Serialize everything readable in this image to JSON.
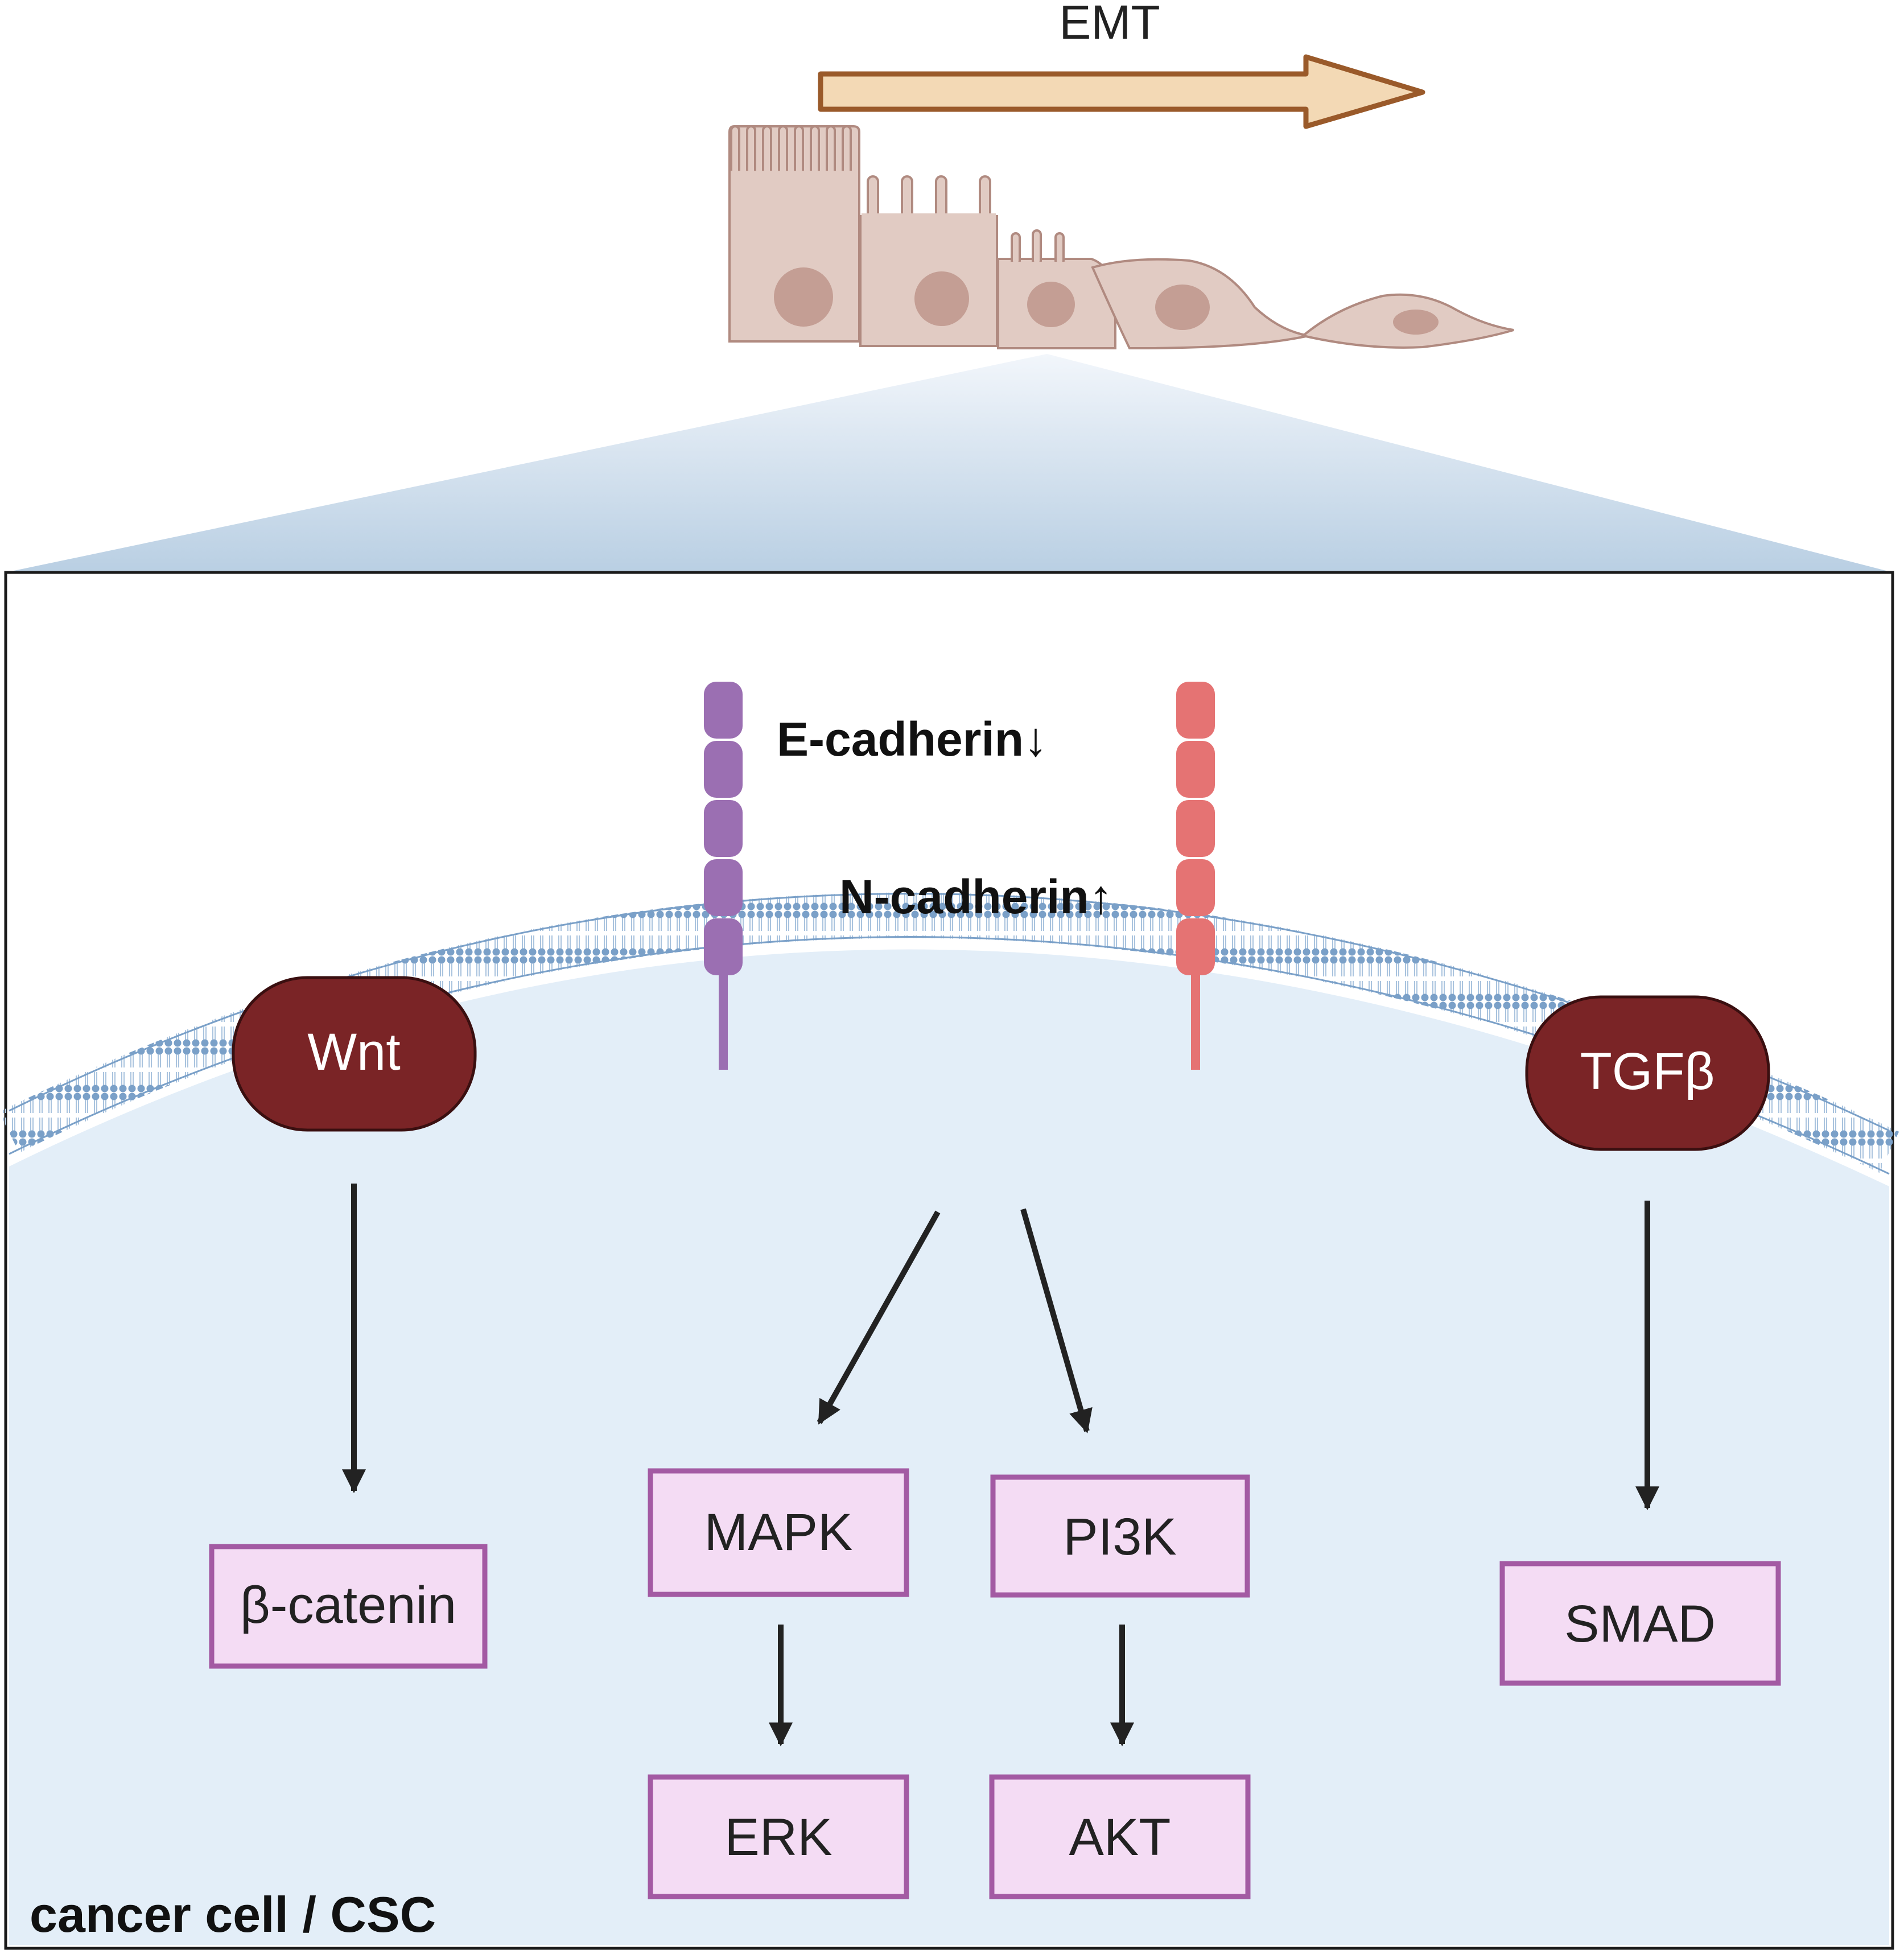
{
  "header": {
    "emt_label": "EMT"
  },
  "cell": {
    "footer_label": "cancer cell / CSC",
    "receptors": [
      {
        "id": "wnt",
        "label": "Wnt"
      },
      {
        "id": "tgfb",
        "label": "TGFβ"
      }
    ],
    "cadherins": [
      {
        "id": "e-cadherin",
        "label": "E-cadherin",
        "change": "↓",
        "color": "#9b6fb2"
      },
      {
        "id": "n-cadherin",
        "label": "N-cadherin",
        "change": "↑",
        "color": "#e57373"
      }
    ],
    "nodes": {
      "beta_catenin": "β-catenin",
      "mapk": "MAPK",
      "pi3k": "PI3K",
      "erk": "ERK",
      "akt": "AKT",
      "smad": "SMAD"
    }
  },
  "colors": {
    "emt_arrow": "#f3d9b5",
    "emt_arrow_outline": "#9a5a2a",
    "cell_body": "#e1cbc3",
    "nucleus": "#c49e94",
    "cytoplasm": "#e3eef8",
    "membrane": "#7aa0c8",
    "receptor": "#7a2426",
    "node_fill": "#f4dcf4",
    "node_border": "#a35aa3"
  }
}
